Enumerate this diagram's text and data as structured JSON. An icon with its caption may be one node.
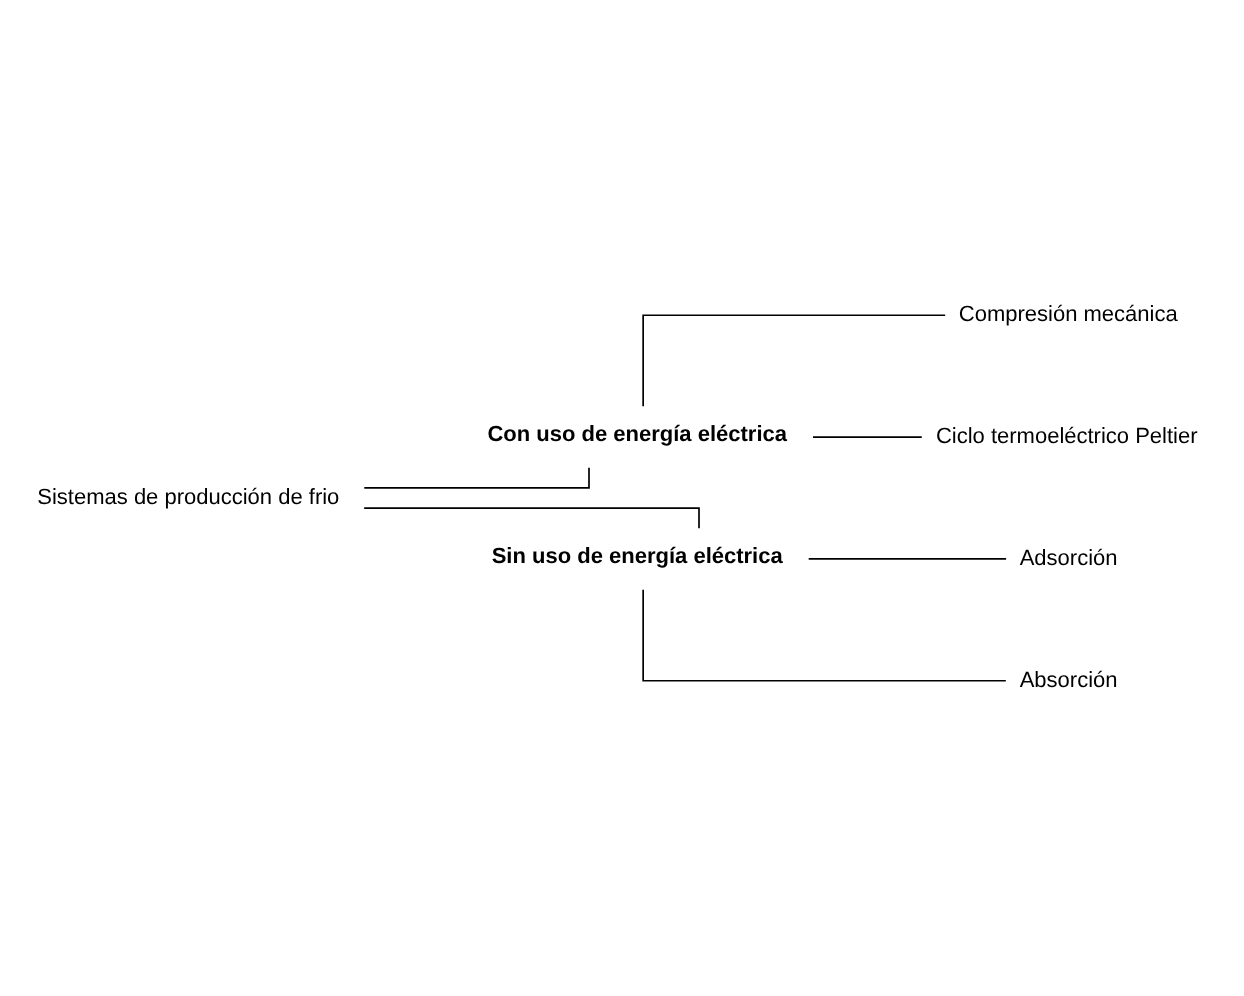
{
  "diagram": {
    "nodes": [
      {
        "text": [
          "Sistemas de producción de frio"
        ]
      },
      {
        "text": [
          "Con uso de energía eléctrica"
        ]
      },
      {
        "text": [
          "Sin uso de energía eléctrica"
        ]
      },
      {
        "text": [
          "Compresión mecánica"
        ]
      },
      {
        "text": [
          "Ciclo termoeléctrico Peltier"
        ]
      },
      {
        "text": [
          "Adsorción"
        ]
      },
      {
        "text": [
          "Absorción"
        ]
      }
    ],
    "edges": [
      {
        "from": 0,
        "to": 1,
        "arrow": "none"
      },
      {
        "from": 0,
        "to": 2,
        "arrow": "none"
      },
      {
        "from": 1,
        "to": 3,
        "arrow": "none"
      },
      {
        "from": 1,
        "to": 4,
        "arrow": "none"
      },
      {
        "from": 2,
        "to": 5,
        "arrow": "none"
      },
      {
        "from": 2,
        "to": 6,
        "arrow": "none"
      }
    ]
  }
}
